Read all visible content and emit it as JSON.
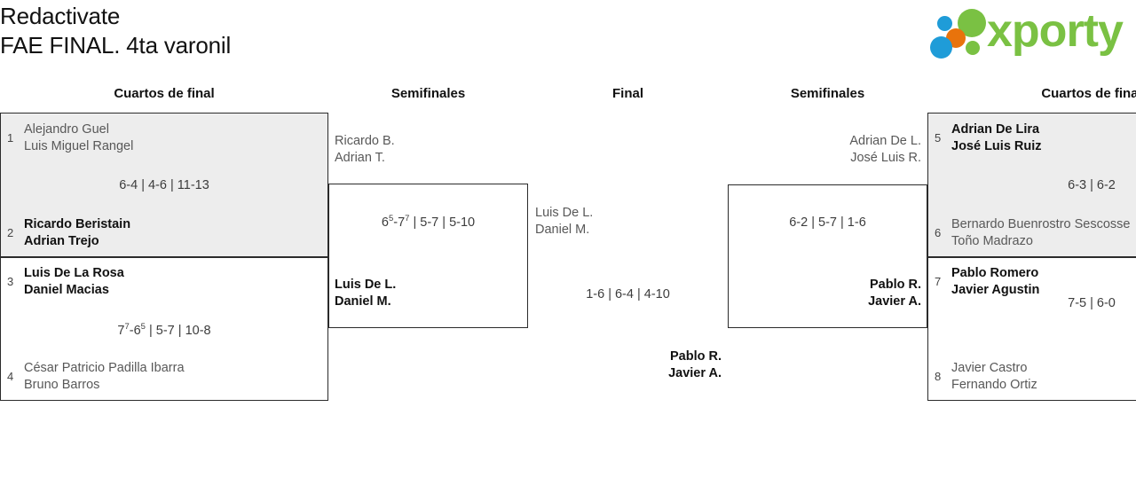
{
  "header": {
    "title_lines": [
      "Redactivate",
      "FAE FINAL. 4ta varonil"
    ],
    "logo": {
      "word": "xporty",
      "colors": {
        "green": "#7ac143",
        "blue": "#1f9cd8",
        "orange": "#e8730c"
      }
    }
  },
  "rounds": {
    "qf_left": "Cuartos de final",
    "sf_left": "Semifinales",
    "final": "Final",
    "sf_right": "Semifinales",
    "qf_right": "Cuartos de final"
  },
  "bracket": {
    "quarterfinals_left": [
      {
        "shaded": true,
        "score": {
          "prefix": "6-4 | 4-6 | 11-13",
          "sup1": "",
          "sup2": ""
        },
        "score_plain": "6-4 | 4-6 | 11-13",
        "top": {
          "seed": "1",
          "line1": "Alejandro Guel",
          "line2": "Luis Miguel Rangel",
          "result": "loser"
        },
        "bottom": {
          "seed": "2",
          "line1": "Ricardo Beristain",
          "line2": "Adrian Trejo",
          "result": "winner"
        }
      },
      {
        "shaded": false,
        "score_plain": "7⁷-6⁵ | 5-7 | 10-8",
        "score_parts": {
          "a": "7",
          "a_sup": "7",
          "b": "-6",
          "b_sup": "5",
          "rest": " | 5-7 | 10-8"
        },
        "top": {
          "seed": "3",
          "line1": "Luis De La Rosa",
          "line2": "Daniel Macias",
          "result": "winner"
        },
        "bottom": {
          "seed": "4",
          "line1": "César Patricio Padilla Ibarra",
          "line2": "Bruno Barros",
          "result": "loser"
        }
      }
    ],
    "semifinal_left": {
      "score_plain": "6⁵-7⁷ | 5-7 | 5-10",
      "score_parts": {
        "a": "6",
        "a_sup": "5",
        "b": "-7",
        "b_sup": "7",
        "rest": " | 5-7 | 5-10"
      },
      "top": {
        "line1": "Ricardo B.",
        "line2": "Adrian T.",
        "result": "loser"
      },
      "bottom": {
        "line1": "Luis De L.",
        "line2": "Daniel M.",
        "result": "winner"
      }
    },
    "final": {
      "score_plain": "1-6 | 6-4 | 4-10",
      "left": {
        "line1": "Luis De L.",
        "line2": "Daniel M.",
        "result": "loser"
      },
      "right": {
        "line1": "Pablo R.",
        "line2": "Javier A.",
        "result": "winner"
      }
    },
    "semifinal_right": {
      "score_plain": "6-2 | 5-7 | 1-6",
      "top": {
        "line1": "Adrian De L.",
        "line2": "José Luis R.",
        "result": "loser"
      },
      "bottom": {
        "line1": "Pablo R.",
        "line2": "Javier A.",
        "result": "winner"
      }
    },
    "quarterfinals_right": [
      {
        "shaded": true,
        "score_plain": "6-3 | 6-2",
        "top": {
          "seed": "5",
          "line1": "Adrian De Lira",
          "line2": "José Luis Ruiz",
          "result": "winner"
        },
        "bottom": {
          "seed": "6",
          "line1": "Bernardo Buenrostro Sescosse",
          "line2": "Toño Madrazo",
          "result": "loser"
        }
      },
      {
        "shaded": false,
        "score_plain": "7-5 | 6-0",
        "top": {
          "seed": "7",
          "line1": "Pablo Romero",
          "line2": "Javier Agustin",
          "result": "winner"
        },
        "bottom": {
          "seed": "8",
          "line1": "Javier Castro",
          "line2": "Fernando Ortiz",
          "result": "loser"
        }
      }
    ]
  }
}
